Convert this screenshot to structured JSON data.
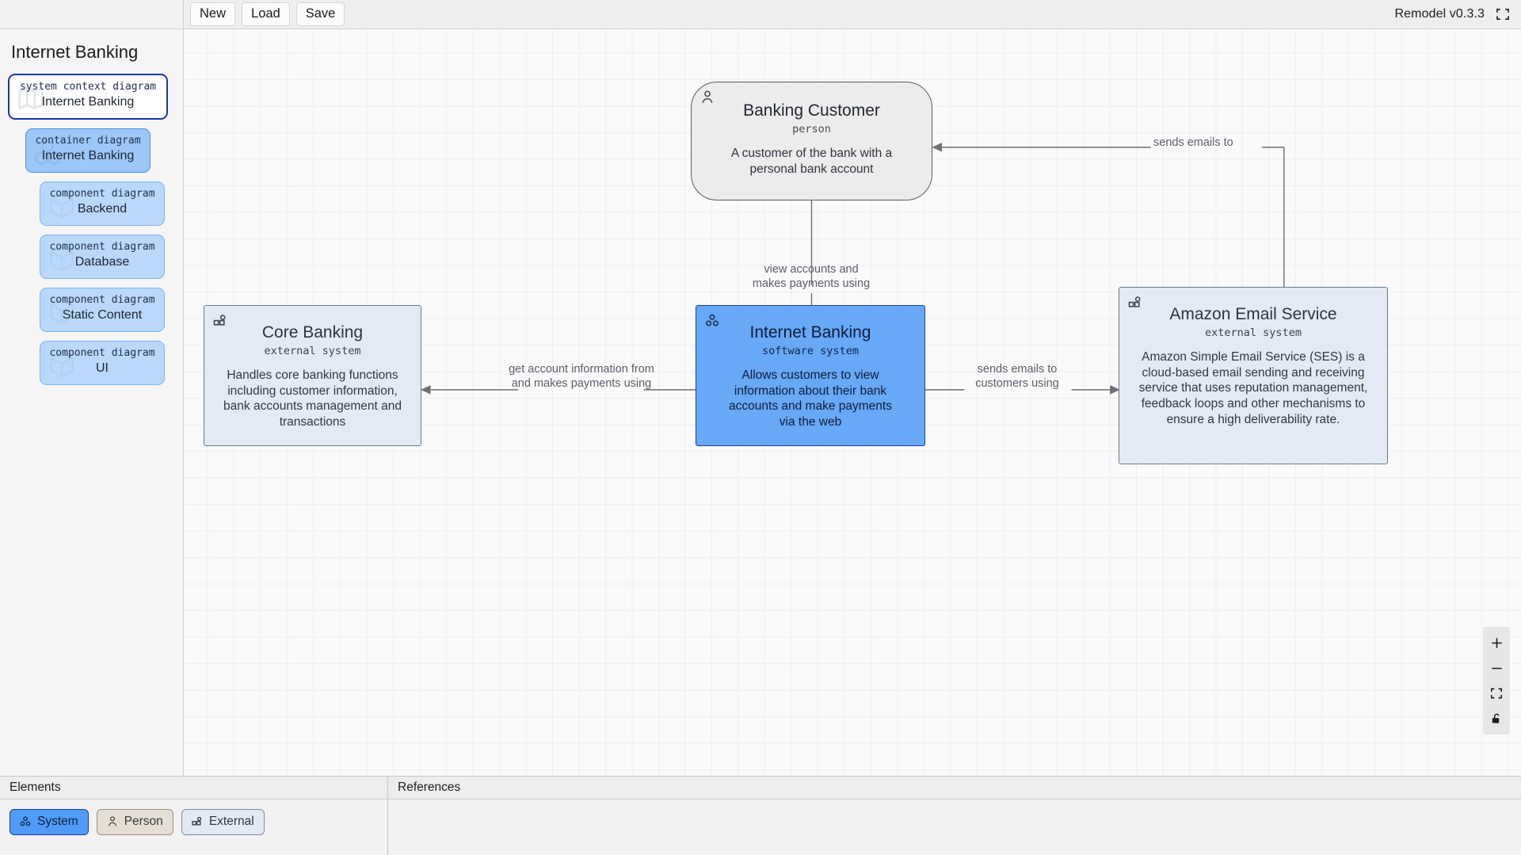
{
  "app": {
    "version_label": "Remodel v0.3.3",
    "fullscreen_icon": "fullscreen-icon"
  },
  "toolbar": {
    "new_label": "New",
    "load_label": "Load",
    "save_label": "Save"
  },
  "sidebar": {
    "title": "Internet Banking",
    "items": [
      {
        "kind": "system context diagram",
        "name": "Internet Banking",
        "level": 0,
        "selected": true,
        "icon": "map-icon"
      },
      {
        "kind": "container diagram",
        "name": "Internet Banking",
        "level": 1,
        "selected": false,
        "icon": "containers-icon"
      },
      {
        "kind": "component diagram",
        "name": "Backend",
        "level": 2,
        "selected": false,
        "icon": "cube-icon"
      },
      {
        "kind": "component diagram",
        "name": "Database",
        "level": 2,
        "selected": false,
        "icon": "cube-icon"
      },
      {
        "kind": "component diagram",
        "name": "Static Content",
        "level": 2,
        "selected": false,
        "icon": "cube-icon"
      },
      {
        "kind": "component diagram",
        "name": "UI",
        "level": 2,
        "selected": false,
        "icon": "cube-icon"
      }
    ]
  },
  "diagram": {
    "nodes": [
      {
        "id": "banking-customer",
        "title": "Banking Customer",
        "kind": "person",
        "description": "A customer of the bank with a personal bank account",
        "icon": "person-icon",
        "type": "person"
      },
      {
        "id": "core-banking",
        "title": "Core Banking",
        "kind": "external system",
        "description": "Handles core banking functions including customer information, bank accounts management and transactions",
        "icon": "external-system-icon",
        "type": "external"
      },
      {
        "id": "internet-banking",
        "title": "Internet Banking",
        "kind": "software system",
        "description": "Allows customers to view information about their bank accounts and make payments via the web",
        "icon": "system-icon",
        "type": "system"
      },
      {
        "id": "amazon-email-service",
        "title": "Amazon Email Service",
        "kind": "external system",
        "description": "Amazon Simple Email Service (SES) is a cloud-based email sending and receiving service that uses reputation management, feedback loops and other mechanisms to ensure a high deliverability rate.",
        "icon": "external-system-icon",
        "type": "external"
      }
    ],
    "edges": [
      {
        "id": "customer-to-internet-banking",
        "label": "view accounts and\nmakes payments using"
      },
      {
        "id": "internet-banking-to-core-banking",
        "label": "get account information from\nand makes payments using"
      },
      {
        "id": "internet-banking-to-email",
        "label": "sends emails to\ncustomers using"
      },
      {
        "id": "email-to-customer",
        "label": "sends emails to"
      }
    ]
  },
  "zoom_controls": {
    "zoom_in": "+",
    "zoom_out": "−",
    "fit_icon": "fit-to-screen-icon",
    "lock_icon": "unlocked-padlock-icon"
  },
  "bottom": {
    "elements_panel": {
      "title": "Elements",
      "chips": [
        {
          "label": "System",
          "icon": "system-icon",
          "style": "system"
        },
        {
          "label": "Person",
          "icon": "person-icon",
          "style": "person"
        },
        {
          "label": "External",
          "icon": "external-system-icon",
          "style": "external"
        }
      ]
    },
    "references_panel": {
      "title": "References"
    }
  },
  "colors": {
    "accent_blue": "#67a8f7",
    "accent_border": "#1a3f9e",
    "external_fill": "#e3eaf4",
    "person_fill": "#ececec",
    "selection_border": "#1b37a8"
  }
}
